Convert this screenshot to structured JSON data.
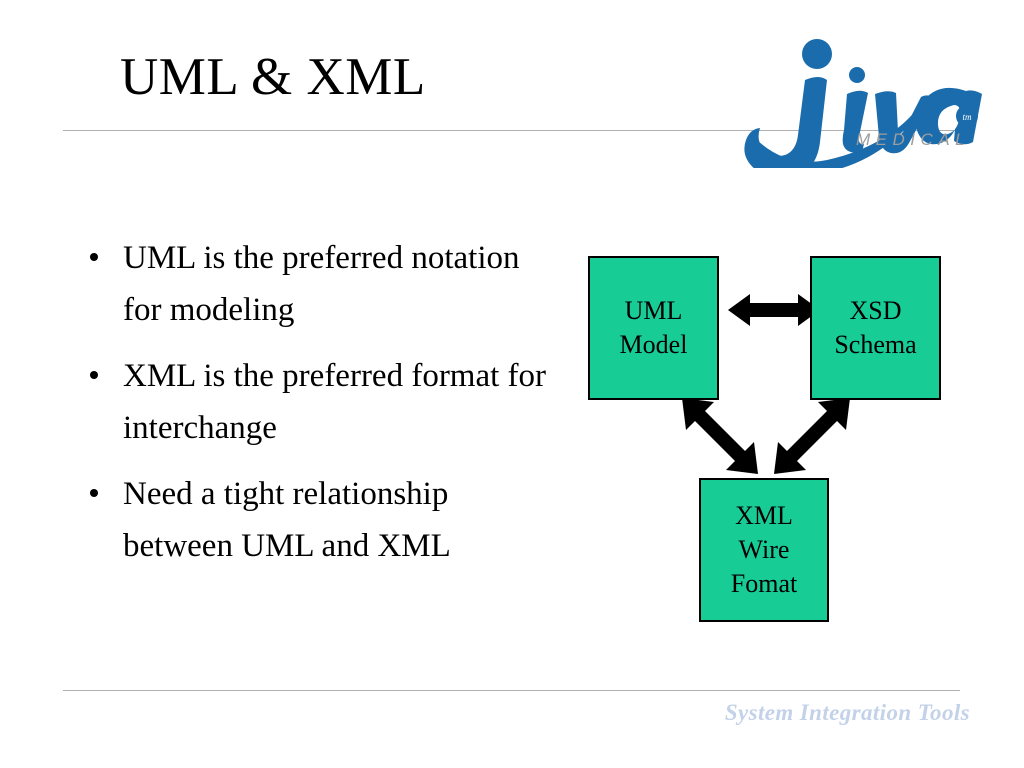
{
  "slide": {
    "title": "UML & XML",
    "background_color": "#ffffff"
  },
  "logo": {
    "wordmark": "jiva",
    "subtitle": "MEDICAL",
    "trademark": "tm",
    "brand_color": "#1b6cad",
    "subtitle_color": "#9d9d9d"
  },
  "bullets": [
    {
      "text": "UML is the preferred notation for modeling"
    },
    {
      "text": "XML is the preferred format for interchange"
    },
    {
      "text": "Need a tight relationship between UML and XML"
    }
  ],
  "diagram": {
    "box_fill_color": "#18cc96",
    "box_border_color": "#000000",
    "arrow_color": "#000000",
    "boxes": [
      {
        "id": "uml-model",
        "line1": "UML",
        "line2": "Model",
        "line3": ""
      },
      {
        "id": "xsd-schema",
        "line1": "XSD",
        "line2": "Schema",
        "line3": ""
      },
      {
        "id": "xml-wire",
        "line1": "XML",
        "line2": "Wire",
        "line3": "Fomat"
      }
    ],
    "connectors": [
      {
        "from": "uml-model",
        "to": "xsd-schema",
        "style": "double-headed-arrow",
        "orientation": "horizontal"
      },
      {
        "from": "uml-model",
        "to": "xml-wire",
        "style": "double-headed-arrow",
        "orientation": "diagonal"
      },
      {
        "from": "xsd-schema",
        "to": "xml-wire",
        "style": "double-headed-arrow",
        "orientation": "diagonal"
      }
    ]
  },
  "footer": {
    "tagline": "System Integration Tools",
    "color": "#c3d2e8"
  },
  "rules": {
    "color": "#b0b0b0"
  }
}
